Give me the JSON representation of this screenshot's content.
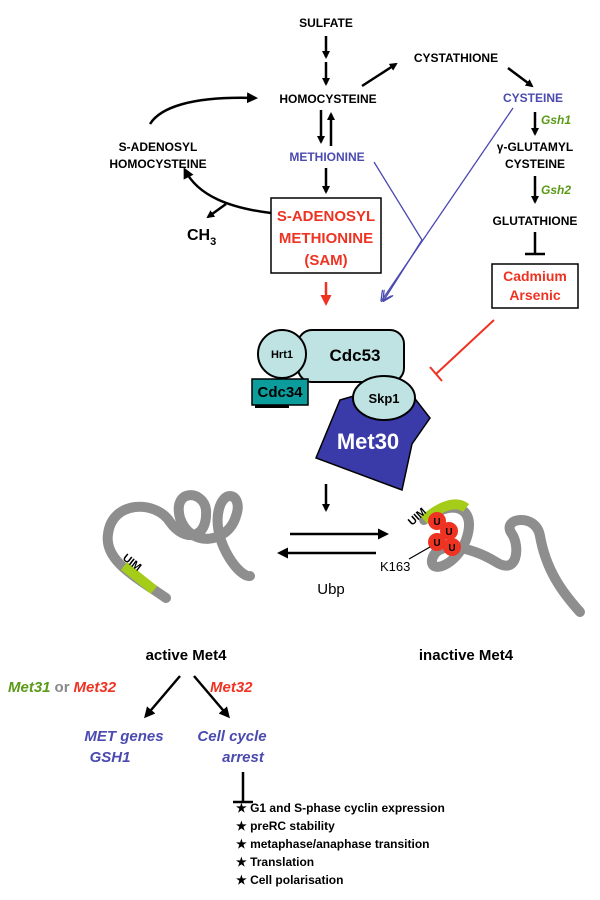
{
  "metabolites": {
    "sulfate": "SULFATE",
    "homocysteine": "HOMOCYSTEINE",
    "cystathione": "CYSTATHIONE",
    "cysteine": "CYSTEINE",
    "methionine": "METHIONINE",
    "sah_line1": "S-ADENOSYL",
    "sah_line2": "HOMOCYSTEINE",
    "ch3": "CH",
    "ch3_sub": "3",
    "sam_line1": "S-ADENOSYL",
    "sam_line2": "METHIONINE",
    "sam_line3": "(SAM)",
    "gglu_line1": "γ-GLUTAMYL",
    "gglu_line2": "CYSTEINE",
    "glutathione": "GLUTATHIONE"
  },
  "enzymes": {
    "gsh1": "Gsh1",
    "gsh2": "Gsh2"
  },
  "stress": {
    "line1": "Cadmium",
    "line2": "Arsenic"
  },
  "complex": {
    "hrt1": "Hrt1",
    "cdc53": "Cdc53",
    "cdc34": "Cdc34",
    "skp1": "Skp1",
    "met30": "Met30"
  },
  "met4": {
    "uim_active": "UIM",
    "uim_inactive": "UIM",
    "ubiquitin": "U",
    "k163": "K163",
    "ubp": "Ubp",
    "active_label": "active Met4",
    "inactive_label": "inactive Met4"
  },
  "cofactors": {
    "met31": "Met31",
    "or": "or",
    "met32_left": "Met32",
    "met32_right": "Met32"
  },
  "outcomes": {
    "met_genes": "MET genes",
    "gsh1_gene": "GSH1",
    "cell_cycle": "Cell cycle",
    "arrest": "arrest"
  },
  "arrest_effects": [
    "★ G1 and S-phase cyclin expression",
    "★ preRC stability",
    "★ metaphase/anaphase transition",
    "★ Translation",
    "★ Cell polarisation"
  ],
  "colors": {
    "blue": "#4a4ab0",
    "red": "#ee3322",
    "green": "#5a9a18",
    "protein_light": "#bfe3e3",
    "cdc34_teal": "#0c9c9c",
    "met30_blue": "#3a3aa8",
    "uim_green": "#a6cc1a",
    "met4_gray": "#8e8e8e"
  }
}
